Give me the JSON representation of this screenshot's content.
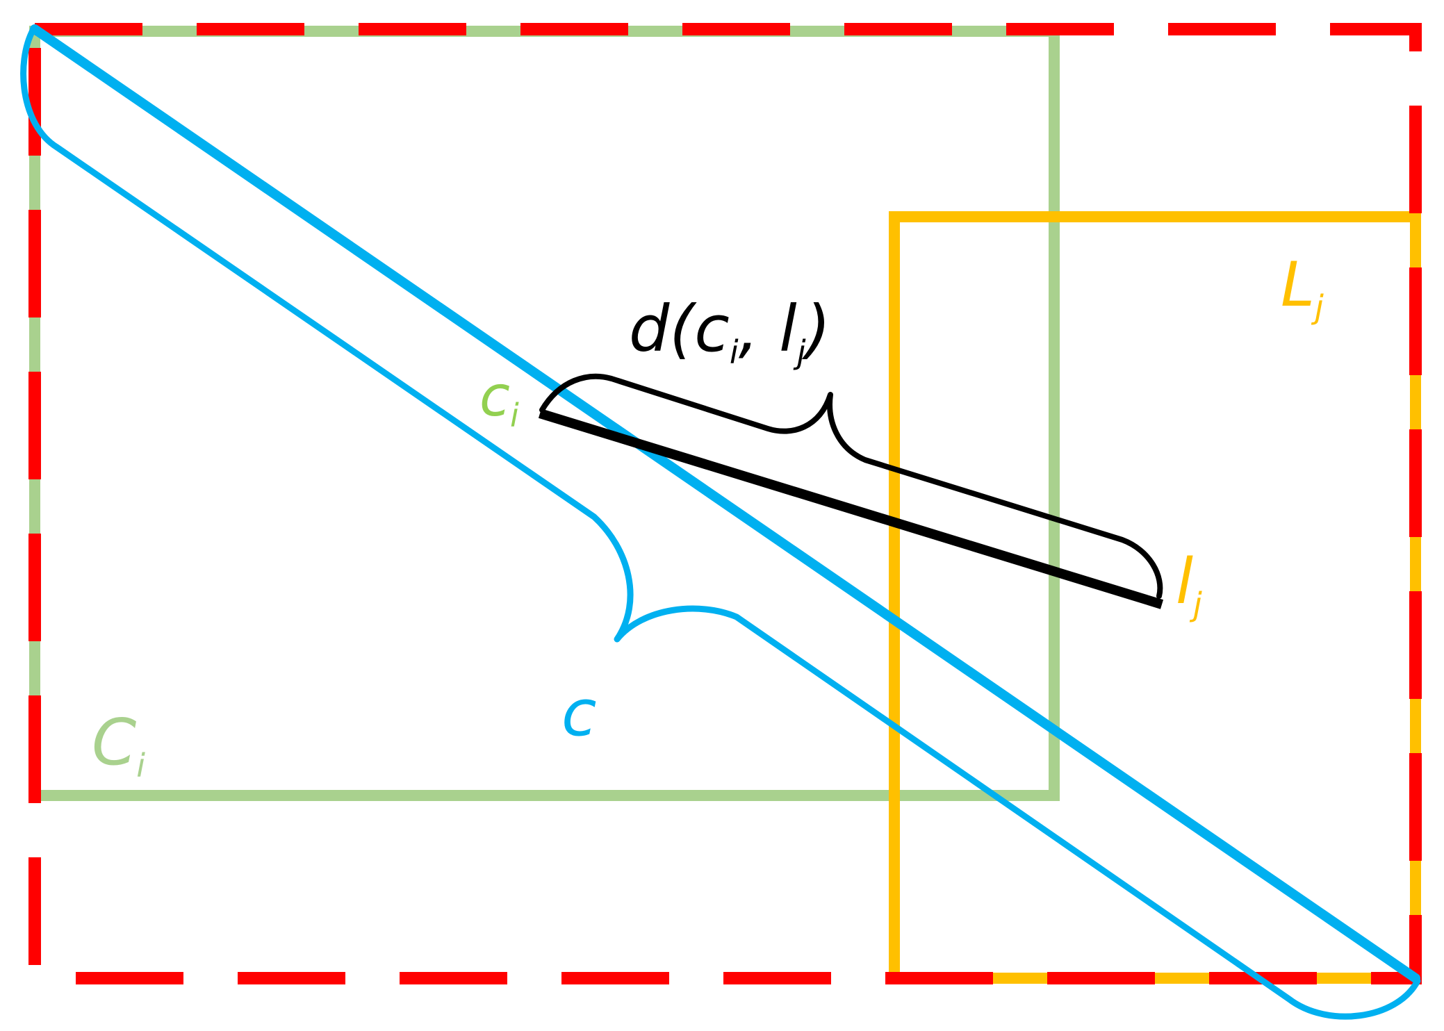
{
  "colors": {
    "outer_box": "#ff0000",
    "box_C": "#a9d18e",
    "box_L": "#ffc000",
    "diagonal_c": "#00b0f0",
    "distance_segment": "#000000",
    "label_C": "#92d050"
  },
  "labels": {
    "C_main": "C",
    "C_sub": "i",
    "L_main": "L",
    "L_sub": "j",
    "c_point_main": "c",
    "c_point_sub": "i",
    "l_point_main": "l",
    "l_point_sub": "j",
    "diag_c": "c",
    "dist_fn": "d(",
    "dist_c": "c",
    "dist_i": "i",
    "dist_comma": ", ",
    "dist_l": "l",
    "dist_j": "j",
    "dist_close": ")"
  }
}
